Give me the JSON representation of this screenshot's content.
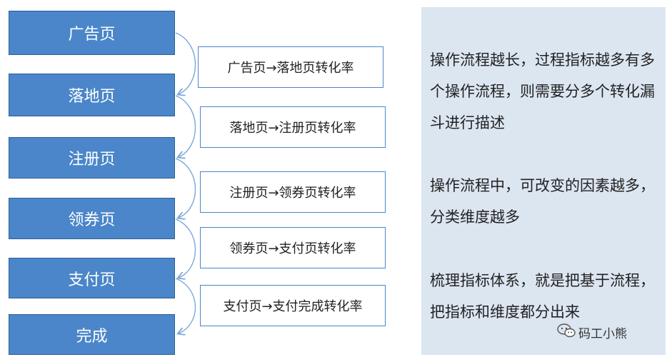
{
  "steps": [
    "广告页",
    "落地页",
    "注册页",
    "领券页",
    "支付页",
    "完成"
  ],
  "rates": [
    "广告页→落地页转化率",
    "落地页→注册页转化率",
    "注册页→领券页转化率",
    "领券页→支付页转化率",
    "支付页→支付完成转化率"
  ],
  "notes": [
    "操作流程越长，过程指标越多有多个操作流程，则需要分多个转化漏斗进行描述",
    "操作流程中，可改变的因素越多，分类维度越多",
    "梳理指标体系，就是把基于流程，把指标和维度都分出来"
  ],
  "watermark": "码工小熊",
  "colors": {
    "step_fill": "#4a86c9",
    "panel_bg": "#dce6f1",
    "arrow": "#7aa8d8"
  },
  "icons": {
    "watermark_icon": "wechat-icon"
  }
}
